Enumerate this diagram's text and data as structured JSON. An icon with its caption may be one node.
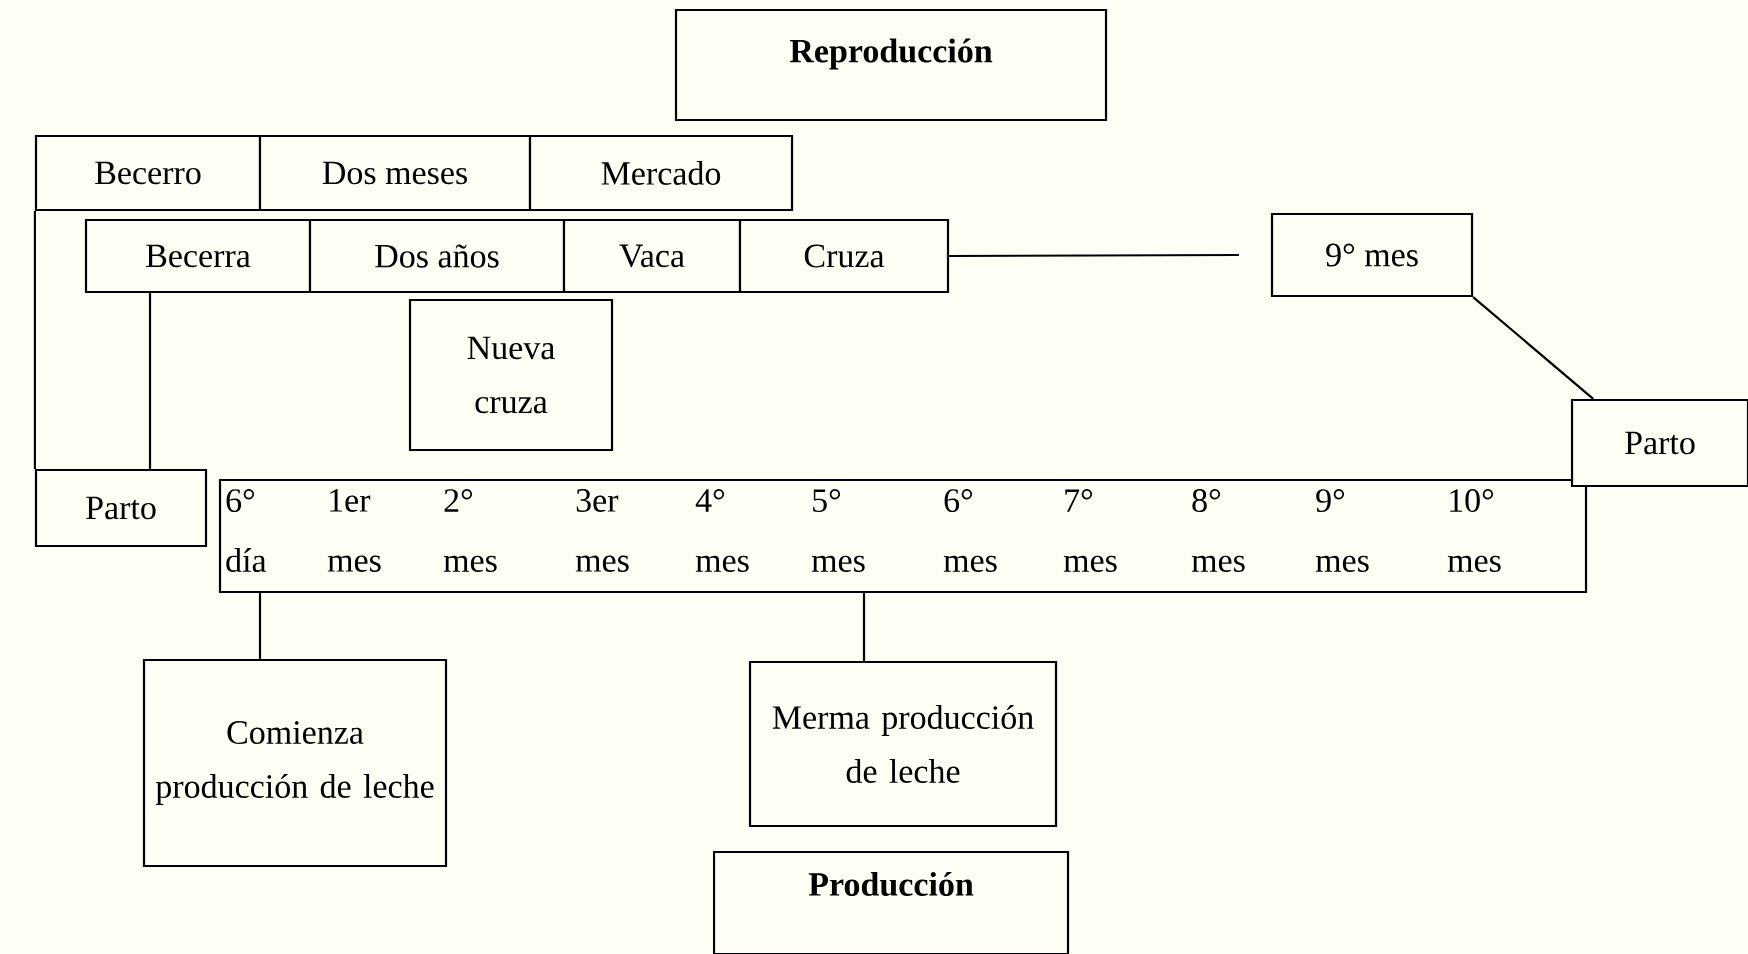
{
  "diagram": {
    "nodes": [
      {
        "text": [
          "Reproducción"
        ]
      },
      {
        "text": [
          "Becerro"
        ]
      },
      {
        "text": [
          "Dos meses"
        ]
      },
      {
        "text": [
          "Mercado"
        ]
      },
      {
        "text": [
          "Becerra"
        ]
      },
      {
        "text": [
          "Dos años"
        ]
      },
      {
        "text": [
          "Vaca"
        ]
      },
      {
        "text": [
          "Cruza"
        ]
      },
      {
        "text": [
          "9° mes"
        ]
      },
      {
        "text": [
          "Nueva cruza"
        ]
      },
      {
        "text": [
          "Parto"
        ]
      },
      {
        "text": [
          "6° día",
          "1er mes",
          "2° mes",
          "3er mes",
          "4° mes",
          "5° mes",
          "6° mes",
          "7° mes",
          "8° mes",
          "9° mes",
          "10° mes"
        ]
      },
      {
        "text": [
          "Parto"
        ]
      },
      {
        "text": [
          "Comienza producción de leche"
        ]
      },
      {
        "text": [
          "Merma producción de leche"
        ]
      },
      {
        "text": [
          "Producción"
        ]
      }
    ],
    "edges": [
      {
        "from": 7,
        "to": 8,
        "arrow": "none"
      },
      {
        "from": 8,
        "to": 12,
        "arrow": "none"
      },
      {
        "from": 4,
        "to": 10,
        "arrow": "none"
      },
      {
        "from": 1,
        "to": 10,
        "arrow": "none"
      },
      {
        "from": 11,
        "to": 13,
        "arrow": "none"
      },
      {
        "from": 11,
        "to": 14,
        "arrow": "none"
      }
    ]
  }
}
